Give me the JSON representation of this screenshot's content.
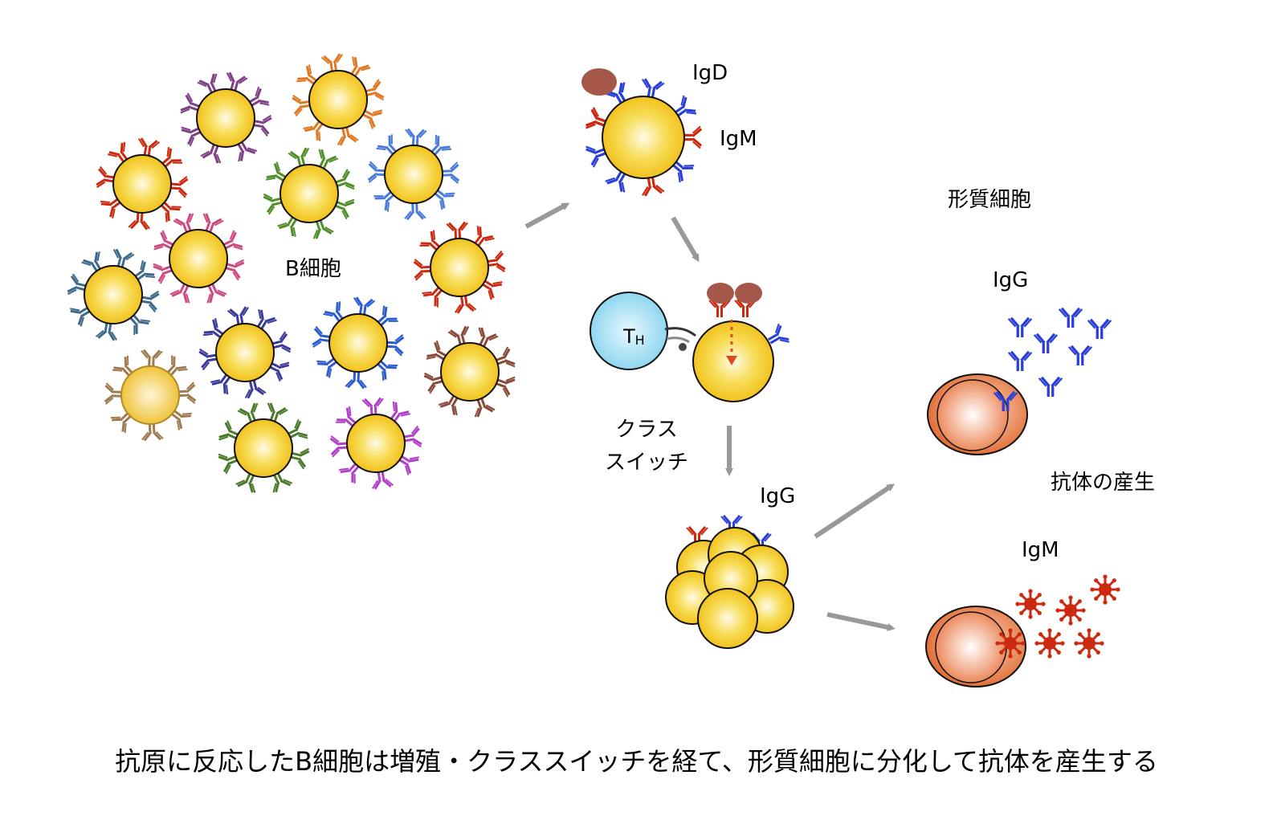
{
  "labels": {
    "b_cells": "B細胞",
    "igd": "IgD",
    "igm_top": "IgM",
    "plasma_cells": "形質細胞",
    "igg_right": "IgG",
    "th_main": "T",
    "th_sub": "H",
    "class_switch_line1": "クラス",
    "class_switch_line2": "スイッチ",
    "igg_cluster": "IgG",
    "antibody_production": "抗体の産生",
    "igm_bottom": "IgM"
  },
  "caption": "抗原に反応したB細胞は増殖・クラススイッチを経て、形質細胞に分化して抗体を産生する",
  "colors": {
    "cell_fill": "#f5d23a",
    "cell_center": "#fffbe6",
    "cell_stroke": "#111111",
    "th_cell": "#9fdcf2",
    "plasma_cell": "#e8743c",
    "arrow": "#999999",
    "antigen": "#a5584a",
    "igg_blue": "#2a3fd8",
    "igm_red": "#cc2a10",
    "receptor_palette": [
      "#7f3f86",
      "#e07820",
      "#cc2a10",
      "#4f8f2a",
      "#4a7bd8",
      "#cc4a80",
      "#3d6a8a",
      "#3a3a9a",
      "#2a5bcf",
      "#8a4a3a",
      "#a07a50",
      "#4a7a2a",
      "#b040c8"
    ]
  },
  "icons": [
    "b-cell-icon",
    "antibody-icon",
    "antigen-icon",
    "th-cell-icon",
    "plasma-cell-icon",
    "igm-pentamer-icon",
    "arrow-icon"
  ]
}
